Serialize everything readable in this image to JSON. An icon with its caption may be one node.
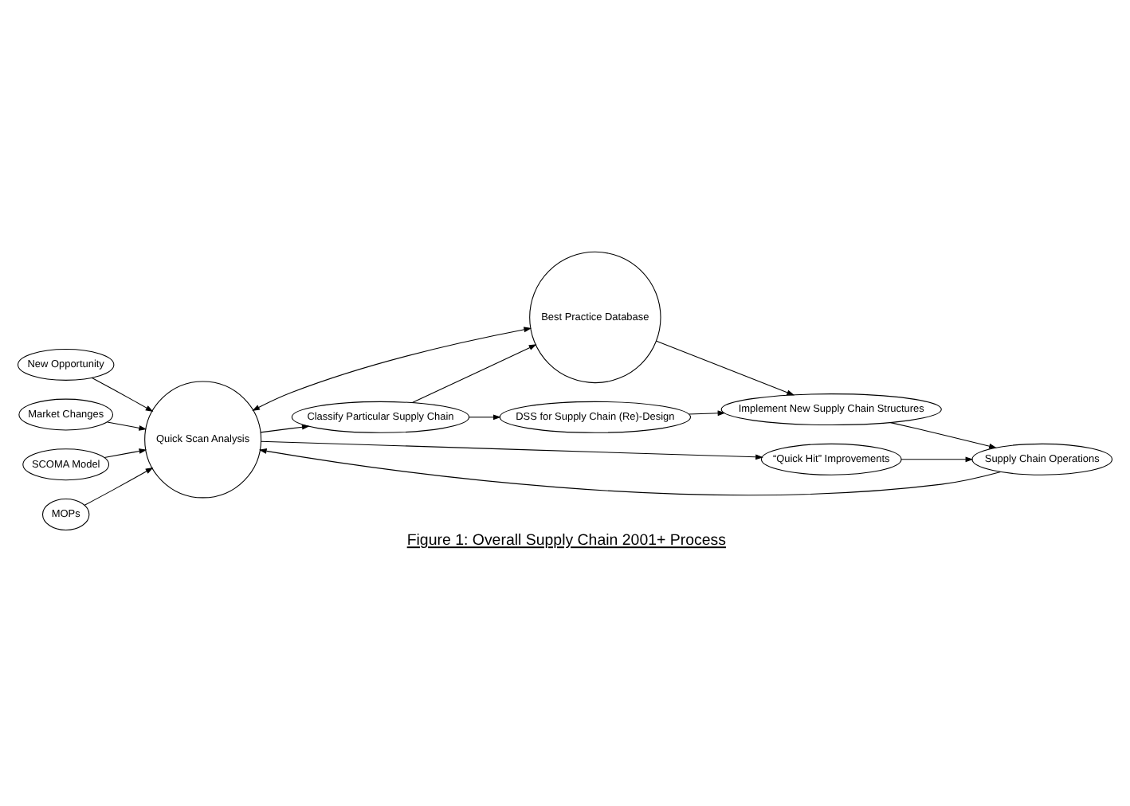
{
  "diagram": {
    "caption": "Figure 1: Overall Supply Chain 2001+ Process",
    "nodes": [
      {
        "text": [
          "New Opportunity"
        ]
      },
      {
        "text": [
          "Market Changes"
        ]
      },
      {
        "text": [
          "SCOMA Model"
        ]
      },
      {
        "text": [
          "MOPs"
        ]
      },
      {
        "text": [
          "Quick Scan Analysis"
        ]
      },
      {
        "text": [
          "Classify Particular Supply Chain"
        ]
      },
      {
        "text": [
          "Supply Chain Operations"
        ]
      },
      {
        "text": [
          "Best Practice Database"
        ]
      },
      {
        "text": [
          "“Quick Hit” Improvements"
        ]
      },
      {
        "text": [
          "DSS for Supply Chain (Re)-Design"
        ]
      },
      {
        "text": [
          "Implement New Supply Chain Structures"
        ]
      }
    ],
    "edges": [
      {
        "from": 1,
        "to": 4,
        "arrow": "to"
      },
      {
        "from": 0,
        "to": 4,
        "arrow": "to"
      },
      {
        "from": 2,
        "to": 4,
        "arrow": "to"
      },
      {
        "from": 3,
        "to": 4,
        "arrow": "to"
      },
      {
        "from": 6,
        "to": 4,
        "arrow": "to"
      },
      {
        "from": 4,
        "to": 5,
        "arrow": "to"
      },
      {
        "from": 4,
        "to": 8,
        "arrow": "to"
      },
      {
        "from": 8,
        "to": 6,
        "arrow": "to"
      },
      {
        "from": 4,
        "to": 7,
        "arrow": "both"
      },
      {
        "from": 5,
        "to": 7,
        "arrow": "to"
      },
      {
        "from": 5,
        "to": 9,
        "arrow": "to"
      },
      {
        "from": 7,
        "to": 10,
        "arrow": "to"
      },
      {
        "from": 9,
        "to": 10,
        "arrow": "to"
      },
      {
        "from": 10,
        "to": 6,
        "arrow": "to"
      }
    ]
  }
}
